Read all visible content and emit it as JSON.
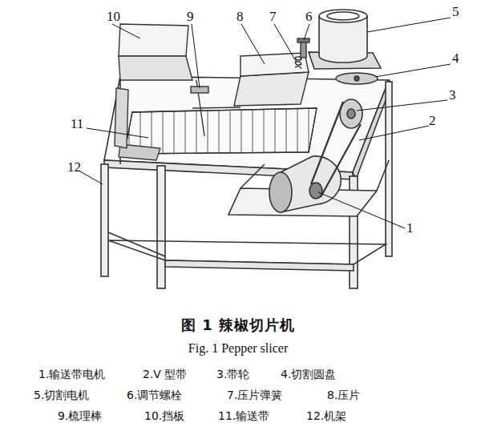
{
  "diagram": {
    "caption": "图 1 辣椒切片机",
    "labels": [
      "10",
      "9",
      "8",
      "7",
      "6",
      "5",
      "4",
      "3",
      "2",
      "11",
      "12",
      "1",
      "Fig. 1 Pepper slicer",
      "1.输送带电机",
      "2.V 型带",
      "3.带轮",
      "4.切割圆盘",
      "5.切割电机",
      "6.调节螺栓",
      "7.压片弹簧",
      "8.压片",
      "9.梳理棒",
      "10.挡板",
      "11.输送带",
      "12.机架"
    ]
  }
}
